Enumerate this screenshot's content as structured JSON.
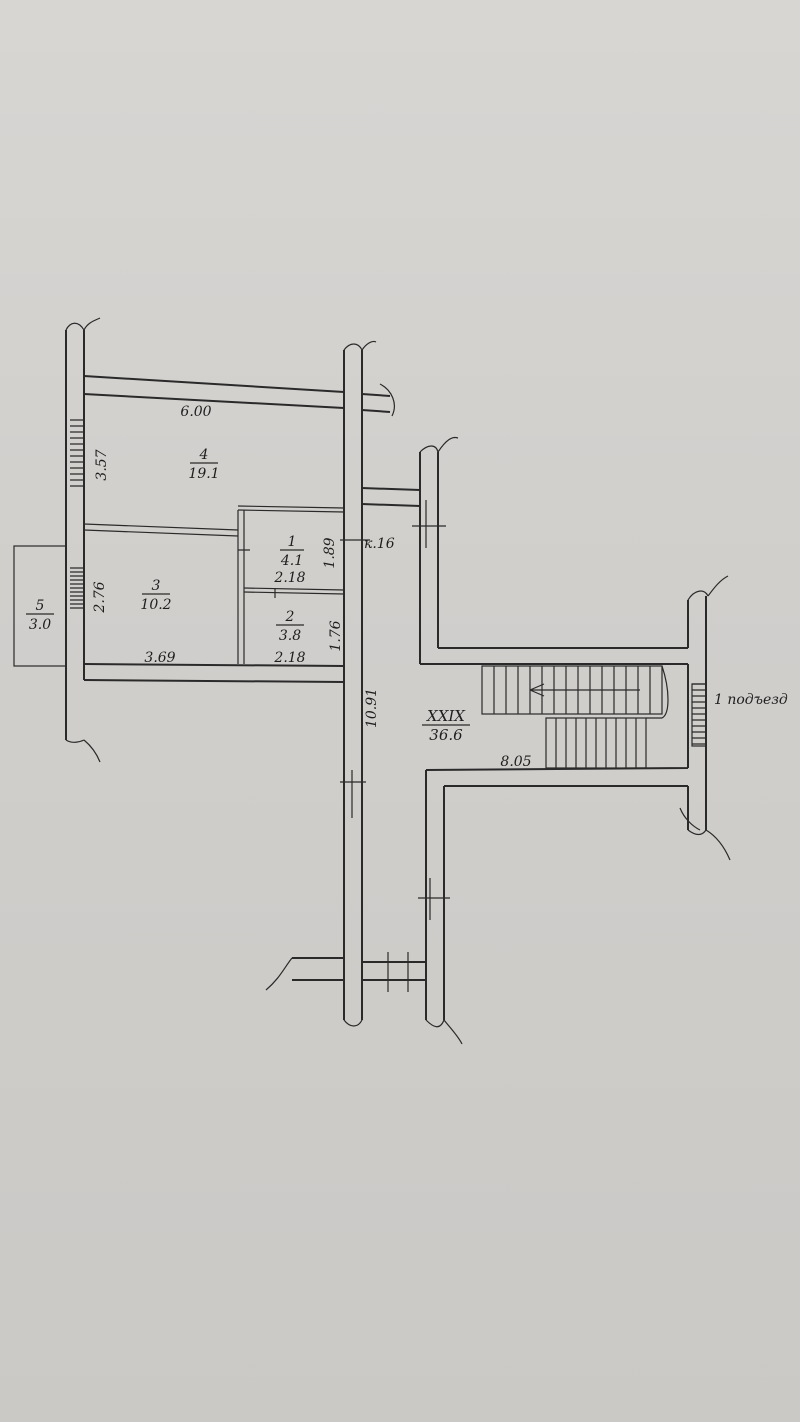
{
  "rooms": [
    {
      "id": "4",
      "area": "19.1"
    },
    {
      "id": "1",
      "area": "4.1"
    },
    {
      "id": "3",
      "area": "10.2"
    },
    {
      "id": "2",
      "area": "3.8"
    },
    {
      "id": "5",
      "area": "3.0"
    },
    {
      "id": "XXIX",
      "area": "36.6"
    }
  ],
  "dimensions": {
    "room4_width": "6.00",
    "room4_height": "3.57",
    "room1_height": "1.89",
    "room1_width": "2.18",
    "room3_height": "2.76",
    "room2_height": "1.76",
    "room3_width": "3.69",
    "room2_width": "2.18",
    "corridor_length": "10.91",
    "stair_width": "8.05"
  },
  "labels": {
    "apartment": "к.16",
    "entrance": "1 подъезд"
  }
}
